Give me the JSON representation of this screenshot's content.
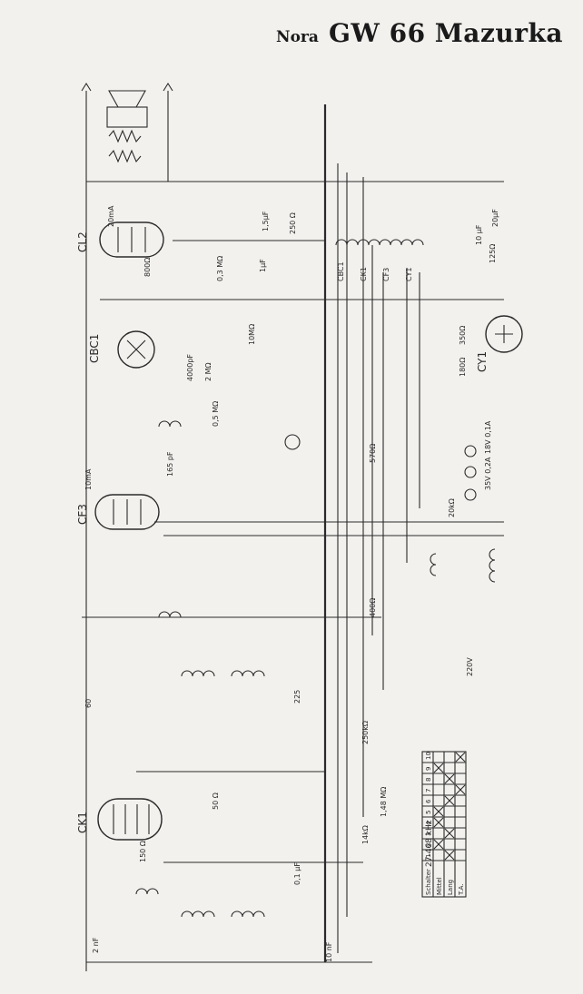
{
  "title": {
    "brand": "Nora",
    "model": "GW 66 Mazurka"
  },
  "tubes": [
    {
      "id": "cl2",
      "label": "CL2"
    },
    {
      "id": "cbc1",
      "label": "CBC1"
    },
    {
      "id": "cf3",
      "label": "CF3"
    },
    {
      "id": "ck1",
      "label": "CK1"
    },
    {
      "id": "cy1",
      "label": "CY1"
    }
  ],
  "components": [
    {
      "id": "c-20ma",
      "label": "20mA"
    },
    {
      "id": "c-10uf",
      "label": "10 µF"
    },
    {
      "id": "c-15uf",
      "label": "1,5µF"
    },
    {
      "id": "r-250",
      "label": "250 Ω"
    },
    {
      "id": "r-800",
      "label": "800Ω"
    },
    {
      "id": "r-03mo",
      "label": "0,3 MΩ"
    },
    {
      "id": "c-1uf",
      "label": "1µF"
    },
    {
      "id": "c-20uf-top",
      "label": "20µF"
    },
    {
      "id": "r-125",
      "label": "125Ω"
    },
    {
      "id": "r-350",
      "label": "350Ω"
    },
    {
      "id": "r-180",
      "label": "180Ω"
    },
    {
      "id": "r-05mo",
      "label": "0,5 MΩ"
    },
    {
      "id": "c-4000pf",
      "label": "4000pF"
    },
    {
      "id": "r-2mo",
      "label": "2 MΩ"
    },
    {
      "id": "r-10mo",
      "label": "10MΩ"
    },
    {
      "id": "r-570",
      "label": "570Ω"
    },
    {
      "id": "c-165pf",
      "label": "165 pF"
    },
    {
      "id": "r-10ma",
      "label": "10mA"
    },
    {
      "id": "r-400",
      "label": "400Ω"
    },
    {
      "id": "r-20ko",
      "label": "20kΩ"
    },
    {
      "id": "c-225",
      "label": "225"
    },
    {
      "id": "r-148mo",
      "label": "1,48 MΩ"
    },
    {
      "id": "r-60",
      "label": "60"
    },
    {
      "id": "r-50",
      "label": "50 Ω"
    },
    {
      "id": "r-150",
      "label": "150 Ω"
    },
    {
      "id": "r-14ko",
      "label": "14kΩ"
    },
    {
      "id": "r-250k",
      "label": "250kΩ"
    },
    {
      "id": "c-01uf",
      "label": "0,1 µF"
    },
    {
      "id": "c-2pf",
      "label": "2 nF"
    },
    {
      "id": "c-10nf",
      "label": "10 nF"
    },
    {
      "id": "lamp-18v",
      "label": "18V 0,1A"
    },
    {
      "id": "lamp-35v",
      "label": "35V 0,2A"
    },
    {
      "id": "mains-220",
      "label": "220V"
    },
    {
      "id": "ifreq",
      "label": "27-468 kHz"
    },
    {
      "id": "ind-cbc1",
      "label": "CBC1"
    },
    {
      "id": "ind-ck1",
      "label": "CK1"
    },
    {
      "id": "ind-cf3",
      "label": "CF3"
    },
    {
      "id": "ind-cy1",
      "label": "CY1"
    }
  ],
  "switch_table": {
    "header": [
      "Schalter",
      "1",
      "2",
      "3",
      "4",
      "5",
      "6",
      "7",
      "8",
      "9",
      "10"
    ],
    "rows": [
      {
        "label": "Mittel",
        "marks": [
          0,
          1,
          0,
          1,
          1,
          0,
          0,
          0,
          1,
          0
        ]
      },
      {
        "label": "Lang",
        "marks": [
          1,
          0,
          1,
          0,
          0,
          1,
          0,
          1,
          0,
          0
        ]
      },
      {
        "label": "T.A.",
        "marks": [
          0,
          0,
          0,
          0,
          0,
          0,
          1,
          0,
          0,
          1
        ]
      }
    ]
  }
}
